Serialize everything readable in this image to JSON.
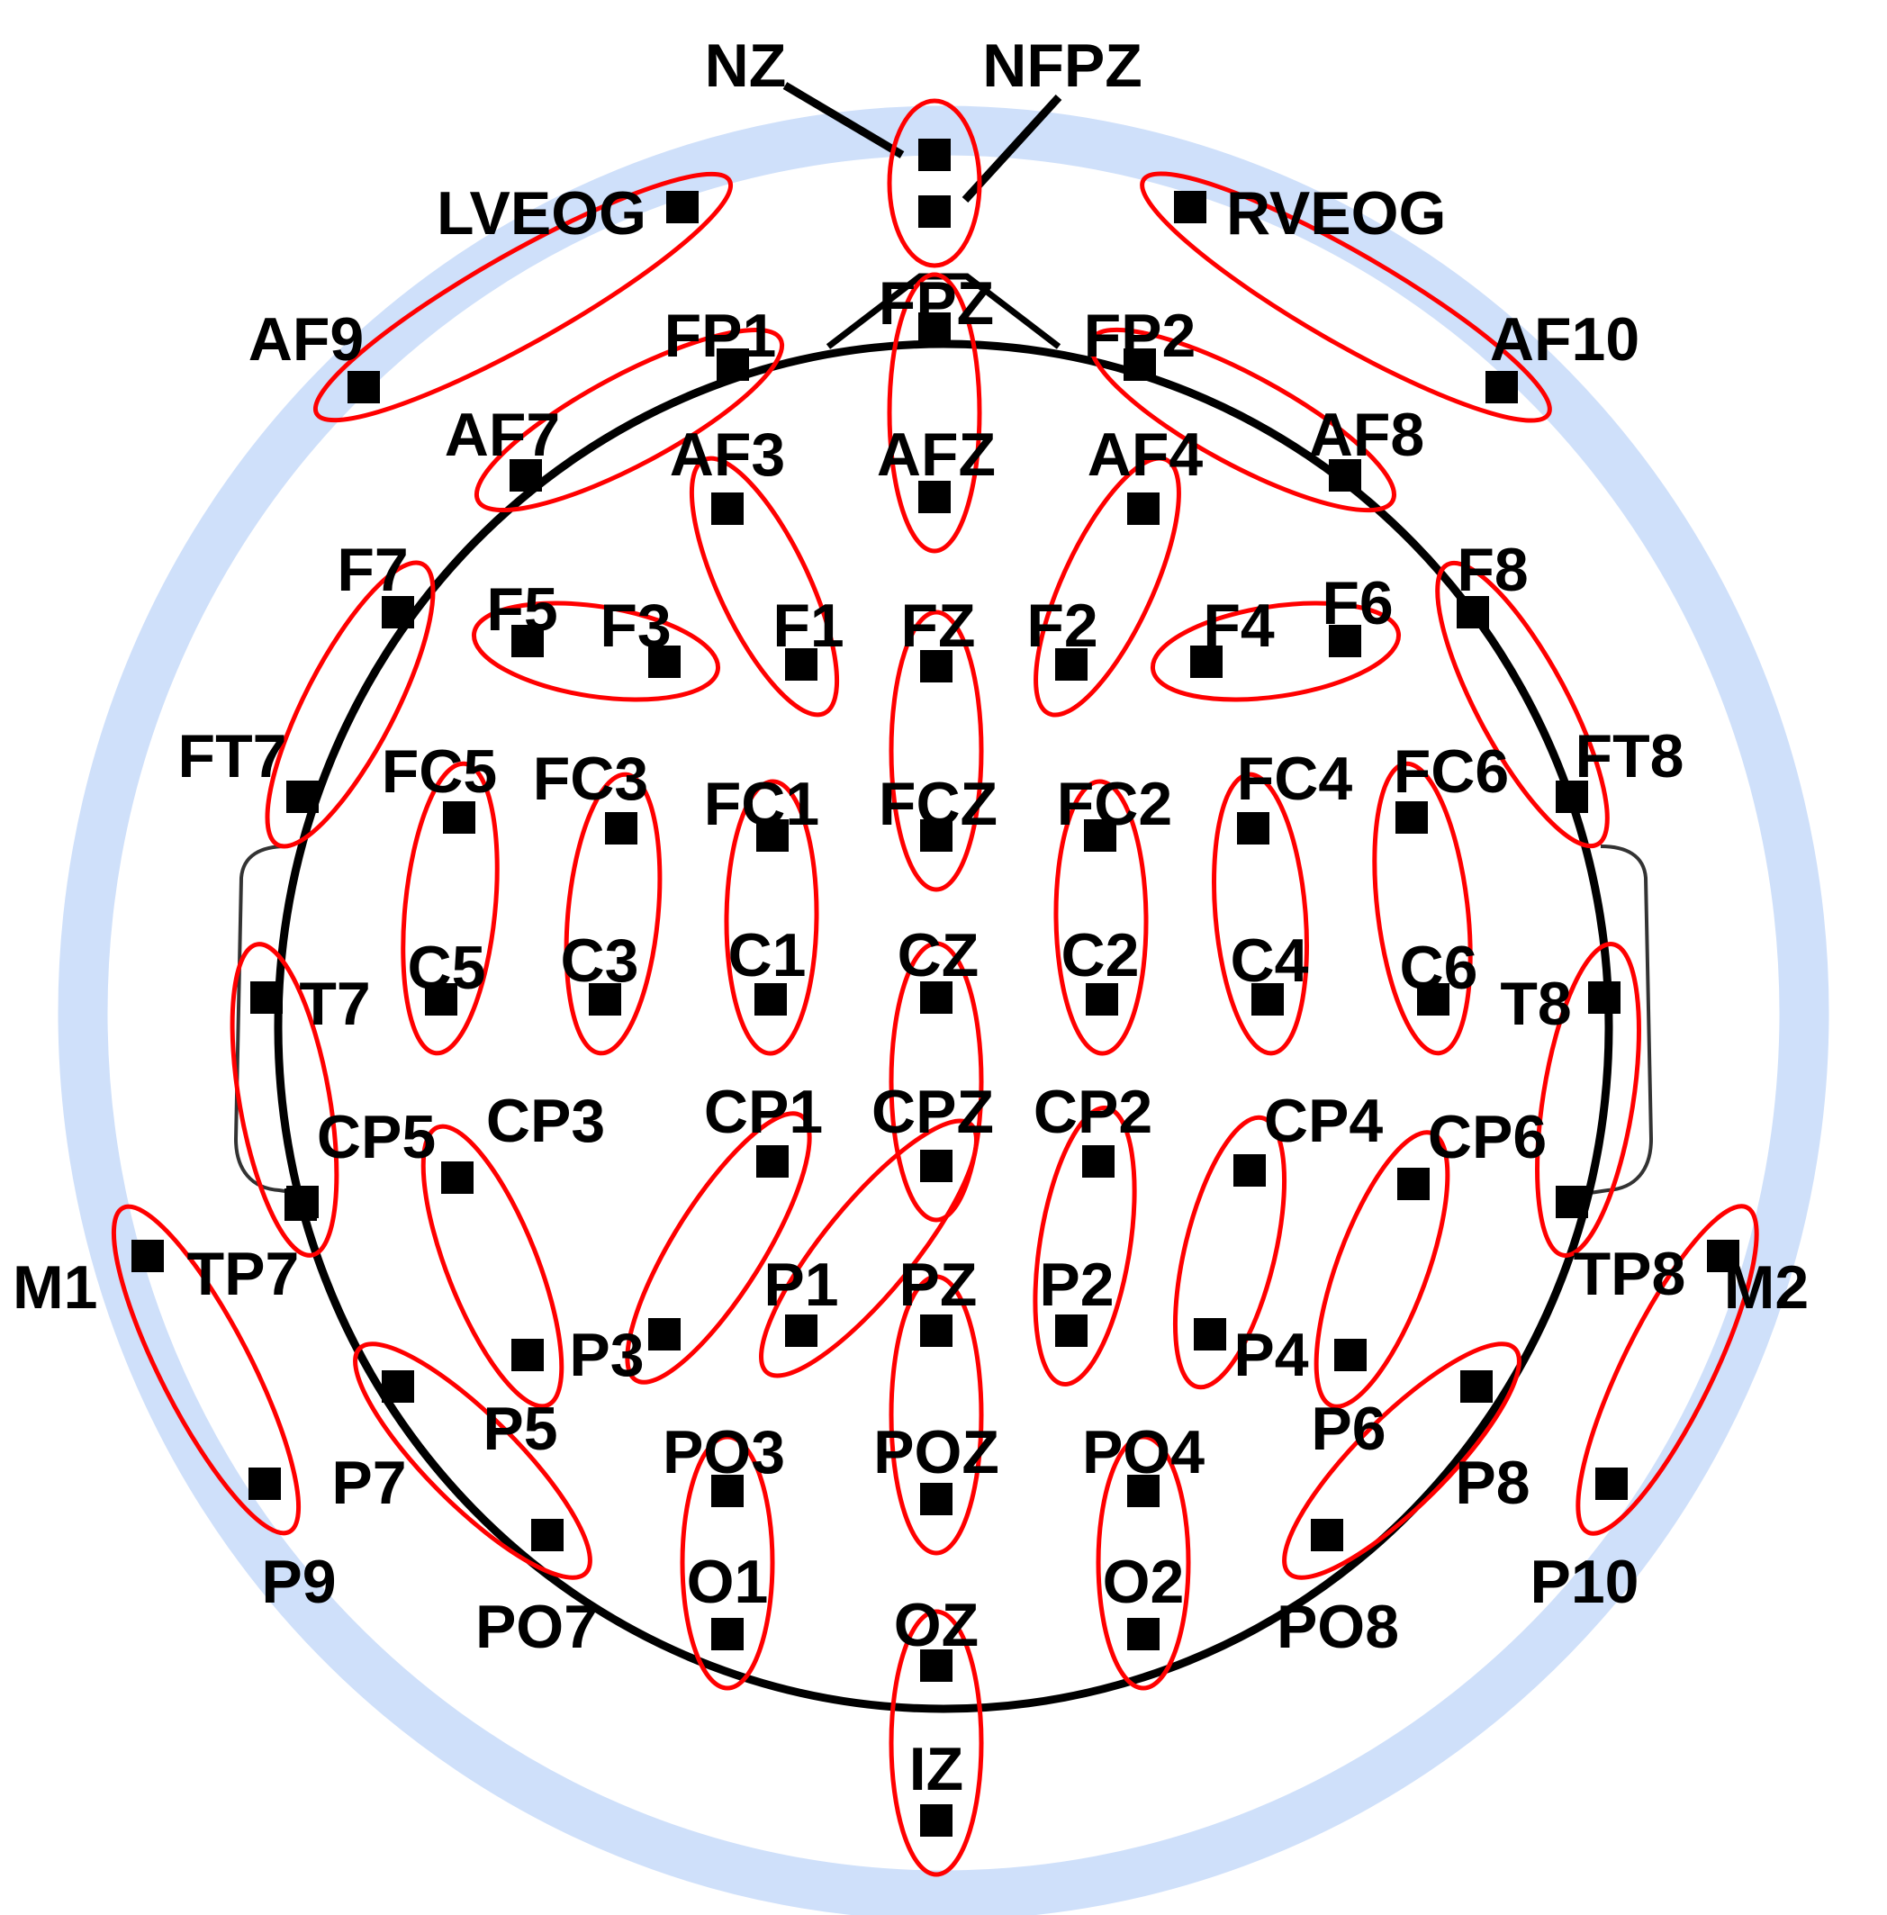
{
  "colors": {
    "outer_band": "#cfe0fa",
    "head_outline": "#000000",
    "ear_outline": "#333333",
    "pair_ellipse": "#ff0000",
    "electrode": "#000000",
    "label": "#000000"
  },
  "electrodes": [
    {
      "id": "NZ",
      "label": "NZ"
    },
    {
      "id": "NFPZ",
      "label": "NFPZ"
    },
    {
      "id": "LVEOG",
      "label": "LVEOG"
    },
    {
      "id": "RVEOG",
      "label": "RVEOG"
    },
    {
      "id": "FPZ",
      "label": "FPZ"
    },
    {
      "id": "AF9",
      "label": "AF9"
    },
    {
      "id": "FP1",
      "label": "FP1"
    },
    {
      "id": "FP2",
      "label": "FP2"
    },
    {
      "id": "AF10",
      "label": "AF10"
    },
    {
      "id": "AF7",
      "label": "AF7"
    },
    {
      "id": "AF3",
      "label": "AF3"
    },
    {
      "id": "AFZ",
      "label": "AFZ"
    },
    {
      "id": "AF4",
      "label": "AF4"
    },
    {
      "id": "AF8",
      "label": "AF8"
    },
    {
      "id": "F7",
      "label": "F7"
    },
    {
      "id": "F5",
      "label": "F5"
    },
    {
      "id": "F3",
      "label": "F3"
    },
    {
      "id": "F1",
      "label": "F1"
    },
    {
      "id": "FZ",
      "label": "FZ"
    },
    {
      "id": "F2",
      "label": "F2"
    },
    {
      "id": "F4",
      "label": "F4"
    },
    {
      "id": "F6",
      "label": "F6"
    },
    {
      "id": "F8",
      "label": "F8"
    },
    {
      "id": "FT7",
      "label": "FT7"
    },
    {
      "id": "FC5",
      "label": "FC5"
    },
    {
      "id": "FC3",
      "label": "FC3"
    },
    {
      "id": "FC1",
      "label": "FC1"
    },
    {
      "id": "FCZ",
      "label": "FCZ"
    },
    {
      "id": "FC2",
      "label": "FC2"
    },
    {
      "id": "FC4",
      "label": "FC4"
    },
    {
      "id": "FC6",
      "label": "FC6"
    },
    {
      "id": "FT8",
      "label": "FT8"
    },
    {
      "id": "T7",
      "label": "T7"
    },
    {
      "id": "C5",
      "label": "C5"
    },
    {
      "id": "C3",
      "label": "C3"
    },
    {
      "id": "C1",
      "label": "C1"
    },
    {
      "id": "CZ",
      "label": "CZ"
    },
    {
      "id": "C2",
      "label": "C2"
    },
    {
      "id": "C4",
      "label": "C4"
    },
    {
      "id": "C6",
      "label": "C6"
    },
    {
      "id": "T8",
      "label": "T8"
    },
    {
      "id": "CP5",
      "label": "CP5"
    },
    {
      "id": "CP3",
      "label": "CP3"
    },
    {
      "id": "CP1",
      "label": "CP1"
    },
    {
      "id": "CPZ",
      "label": "CPZ"
    },
    {
      "id": "CP2",
      "label": "CP2"
    },
    {
      "id": "CP4",
      "label": "CP4"
    },
    {
      "id": "CP6",
      "label": "CP6"
    },
    {
      "id": "M1",
      "label": "M1"
    },
    {
      "id": "TP7",
      "label": "TP7"
    },
    {
      "id": "TP8",
      "label": "TP8"
    },
    {
      "id": "M2",
      "label": "M2"
    },
    {
      "id": "P1",
      "label": "P1"
    },
    {
      "id": "PZ",
      "label": "PZ"
    },
    {
      "id": "P2",
      "label": "P2"
    },
    {
      "id": "P3",
      "label": "P3"
    },
    {
      "id": "P4",
      "label": "P4"
    },
    {
      "id": "P5",
      "label": "P5"
    },
    {
      "id": "P6",
      "label": "P6"
    },
    {
      "id": "P7",
      "label": "P7"
    },
    {
      "id": "P8",
      "label": "P8"
    },
    {
      "id": "P9",
      "label": "P9"
    },
    {
      "id": "P10",
      "label": "P10"
    },
    {
      "id": "PO3",
      "label": "PO3"
    },
    {
      "id": "POZ",
      "label": "POZ"
    },
    {
      "id": "PO4",
      "label": "PO4"
    },
    {
      "id": "PO7",
      "label": "PO7"
    },
    {
      "id": "PO8",
      "label": "PO8"
    },
    {
      "id": "O1",
      "label": "O1"
    },
    {
      "id": "O2",
      "label": "O2"
    },
    {
      "id": "OZ",
      "label": "OZ"
    },
    {
      "id": "IZ",
      "label": "IZ"
    }
  ],
  "pairs": [
    [
      "NZ",
      "NFPZ"
    ],
    [
      "LVEOG",
      "AF9"
    ],
    [
      "RVEOG",
      "AF10"
    ],
    [
      "FP1",
      "AF7"
    ],
    [
      "FP2",
      "AF8"
    ],
    [
      "FPZ",
      "AFZ"
    ],
    [
      "AF3",
      "F1"
    ],
    [
      "AF4",
      "F2"
    ],
    [
      "F5",
      "F3"
    ],
    [
      "F4",
      "F6"
    ],
    [
      "F7",
      "FT7"
    ],
    [
      "F8",
      "FT8"
    ],
    [
      "FZ",
      "FCZ"
    ],
    [
      "FC5",
      "C5"
    ],
    [
      "FC3",
      "C3"
    ],
    [
      "FC1",
      "C1"
    ],
    [
      "FC2",
      "C2"
    ],
    [
      "FC4",
      "C4"
    ],
    [
      "FC6",
      "C6"
    ],
    [
      "CZ",
      "CPZ"
    ],
    [
      "T7",
      "CP5"
    ],
    [
      "T8",
      "CP6"
    ],
    [
      "CP3",
      "P5"
    ],
    [
      "CP1",
      "P3"
    ],
    [
      "CPZ_b",
      "P1"
    ],
    [
      "CP2",
      "P2"
    ],
    [
      "CP4",
      "P4"
    ],
    [
      "CP6_b",
      "P6"
    ],
    [
      "M1",
      "P9"
    ],
    [
      "M2",
      "P10"
    ],
    [
      "P7",
      "PO7"
    ],
    [
      "P8",
      "PO8"
    ],
    [
      "PZ",
      "POZ"
    ],
    [
      "PO3",
      "O1"
    ],
    [
      "PO4",
      "O2"
    ],
    [
      "OZ",
      "IZ"
    ]
  ]
}
